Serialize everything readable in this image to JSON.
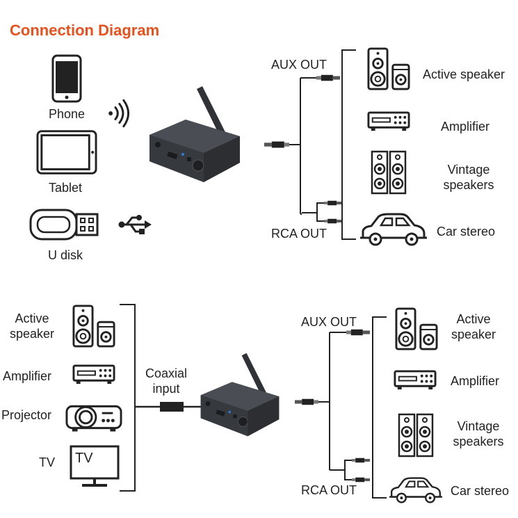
{
  "title": "Connection Diagram",
  "colors": {
    "title": "#e8501c",
    "line": "#222222",
    "device": "#2f3236"
  },
  "top": {
    "sources": [
      {
        "label": "Phone",
        "icon": "phone-icon",
        "link_icon": "wireless-icon"
      },
      {
        "label": "Tablet",
        "icon": "tablet-icon"
      },
      {
        "label": "U disk",
        "icon": "usb-drive-icon",
        "link_icon": "usb-icon"
      }
    ],
    "device_icon": "bluetooth-receiver-icon",
    "aux_out": "AUX OUT",
    "rca_out": "RCA OUT",
    "outputs": [
      {
        "label": "Active speaker",
        "icon": "active-speaker-icon"
      },
      {
        "label": "Amplifier",
        "icon": "amplifier-icon"
      },
      {
        "label": "Vintage speakers",
        "icon": "vintage-speakers-icon"
      },
      {
        "label": "Car stereo",
        "icon": "car-icon"
      }
    ]
  },
  "bottom": {
    "sources": [
      {
        "label": "Active speaker",
        "icon": "active-speaker-icon"
      },
      {
        "label": "Amplifier",
        "icon": "amplifier-icon"
      },
      {
        "label": "Projector",
        "icon": "projector-icon"
      },
      {
        "label": "TV",
        "icon": "tv-icon",
        "screen_text": "TV"
      }
    ],
    "coaxial": "Coaxial input",
    "device_icon": "bluetooth-receiver-icon",
    "aux_out": "AUX OUT",
    "rca_out": "RCA OUT",
    "outputs": [
      {
        "label": "Active speaker",
        "icon": "active-speaker-icon"
      },
      {
        "label": "Amplifier",
        "icon": "amplifier-icon"
      },
      {
        "label": "Vintage speakers",
        "icon": "vintage-speakers-icon"
      },
      {
        "label": "Car stereo",
        "icon": "car-icon"
      }
    ]
  }
}
